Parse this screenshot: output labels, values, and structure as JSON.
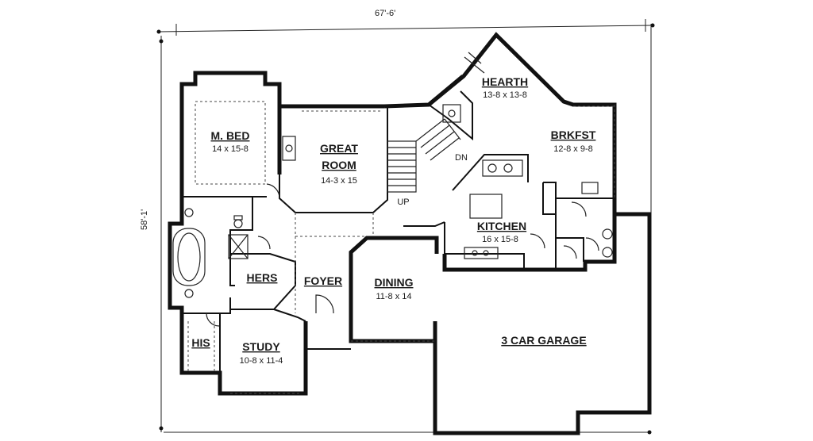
{
  "dimensions": {
    "width_label": "67'-6'",
    "depth_label": "58'-1'"
  },
  "rooms": {
    "master_bed": {
      "name": "M. BED",
      "size": "14 x 15-8"
    },
    "great_room": {
      "name_line1": "GREAT",
      "name_line2": "ROOM",
      "size": "14-3 x 15"
    },
    "hearth": {
      "name": "HEARTH",
      "size": "13-8 x 13-8"
    },
    "breakfast": {
      "name": "BRKFST",
      "size": "12-8 x 9-8"
    },
    "kitchen": {
      "name": "KITCHEN",
      "size": "16 x 15-8"
    },
    "dining": {
      "name": "DINING",
      "size": "11-8 x 14"
    },
    "foyer": {
      "name": "FOYER"
    },
    "hers": {
      "name": "HERS"
    },
    "his": {
      "name": "HIS"
    },
    "study": {
      "name": "STUDY",
      "size": "10-8 x 11-4"
    },
    "garage": {
      "name": "3 CAR GARAGE"
    }
  },
  "stairs": {
    "up_label": "UP",
    "down_label": "DN"
  }
}
